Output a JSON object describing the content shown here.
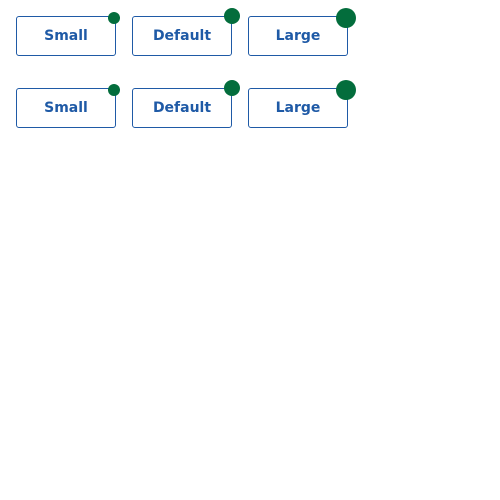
{
  "colors": {
    "button_border": "#1f5aa6",
    "button_text": "#1f5aa6",
    "badge_dot": "#036d3c",
    "background": "#ffffff"
  },
  "rows": [
    {
      "buttons": [
        {
          "label": "Small",
          "badge": "small"
        },
        {
          "label": "Default",
          "badge": "default"
        },
        {
          "label": "Large",
          "badge": "large"
        }
      ]
    },
    {
      "buttons": [
        {
          "label": "Small",
          "badge": "small"
        },
        {
          "label": "Default",
          "badge": "default"
        },
        {
          "label": "Large",
          "badge": "large"
        }
      ]
    }
  ]
}
